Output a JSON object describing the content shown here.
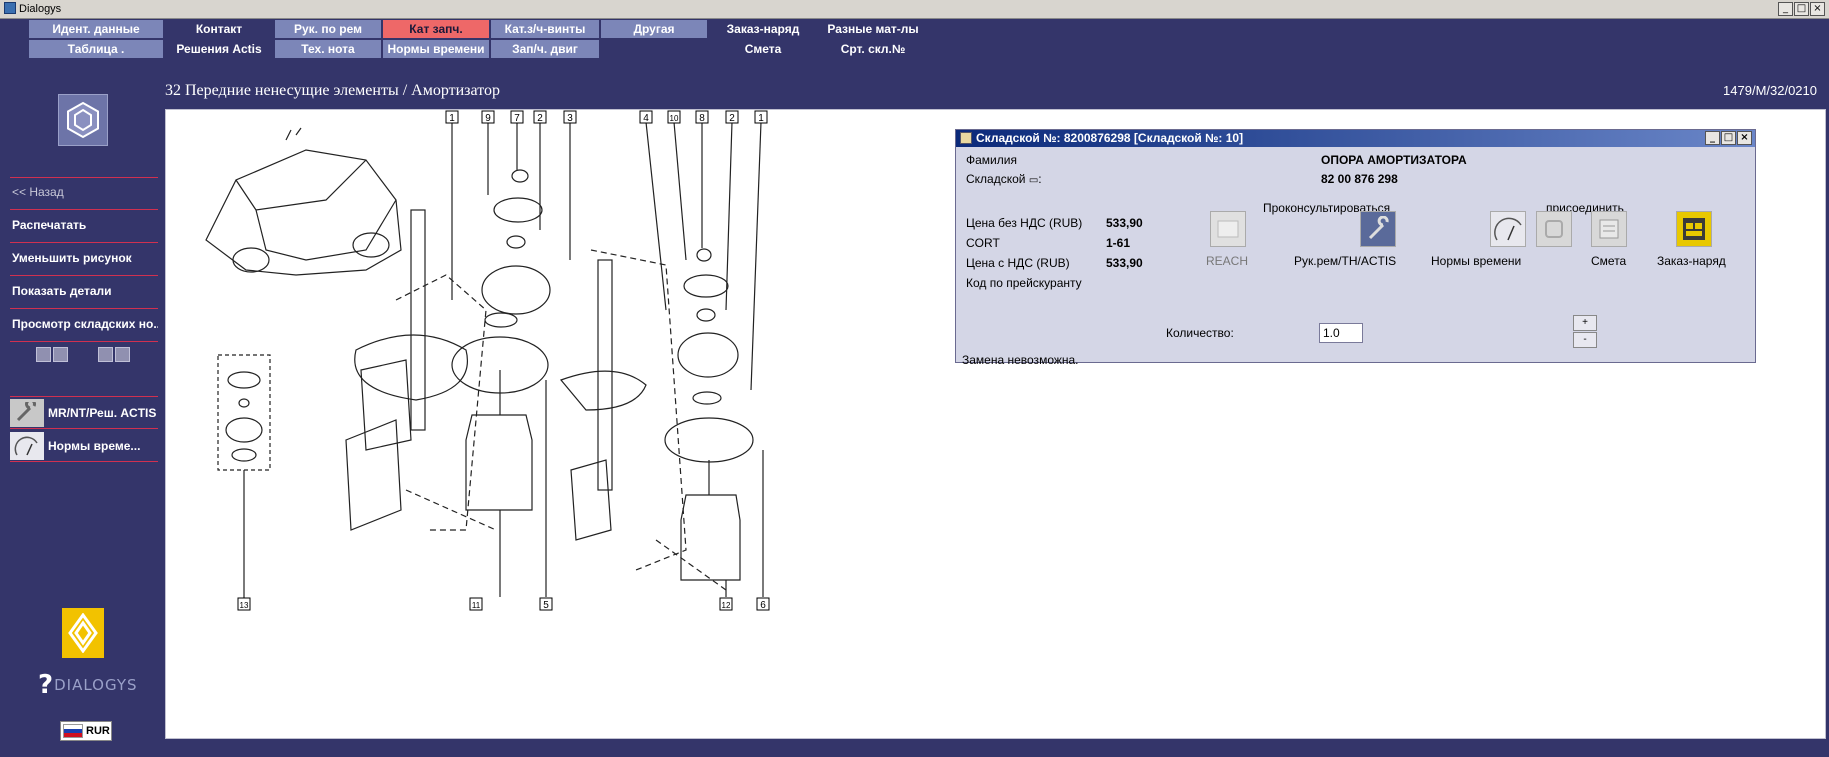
{
  "window": {
    "title": "Dialogys"
  },
  "menu": {
    "row1": [
      "Идент. данные",
      "Контакт",
      "Рук. по рем",
      "Кат запч.",
      "Кат.з/ч-винты",
      "Другая",
      "Заказ-наряд",
      "Разные мат-лы"
    ],
    "row2": [
      "Таблица .",
      "Решения Actis",
      "Тех. нота",
      "Нормы времени",
      "Зап/ч. двиг",
      "",
      "Смета",
      "Срт. скл.№"
    ]
  },
  "sidebar": {
    "back": "<< Назад",
    "items": [
      "Распечатать",
      "Уменьшить рисунок",
      "Показать детали",
      "Просмотр складских но..."
    ],
    "tools": [
      "MR/NT/Реш. ACTIS",
      "Нормы време..."
    ],
    "brand": "DIALOGYS",
    "currency": "RUR"
  },
  "header": {
    "title": "32 Передние ненесущие элементы / Амортизатор",
    "ref": "1479/M/32/0210"
  },
  "diagram": {
    "labels": [
      "1",
      "9",
      "7",
      "2",
      "3",
      "4",
      "10",
      "8",
      "2",
      "1",
      "13",
      "11",
      "5",
      "12",
      "6"
    ]
  },
  "dialog": {
    "title": "Складской №: 8200876298 [Складской №: 10]",
    "family_label": "Фамилия",
    "family_value": "ОПОРА АМОРТИЗАТОРА",
    "part_label": "Складской",
    "part_value": "82 00 876 298",
    "price_net_label": "Цена без НДС (RUB)",
    "price_net_value": "533,90",
    "cort_label": "CORT",
    "cort_value": "1-61",
    "price_vat_label": "Цена с НДС (RUB)",
    "price_vat_value": "533,90",
    "pricelist_label": "Код по прейскуранту",
    "consult_label": "Проконсультироваться",
    "attach_label": "присоединить",
    "icons": [
      "REACH",
      "Рук.рем/TH/ACTIS",
      "Нормы времени",
      "Смета",
      "Заказ-наряд"
    ],
    "qty_label": "Количество:",
    "qty_value": "1.0",
    "status": "Замена невозможна."
  }
}
